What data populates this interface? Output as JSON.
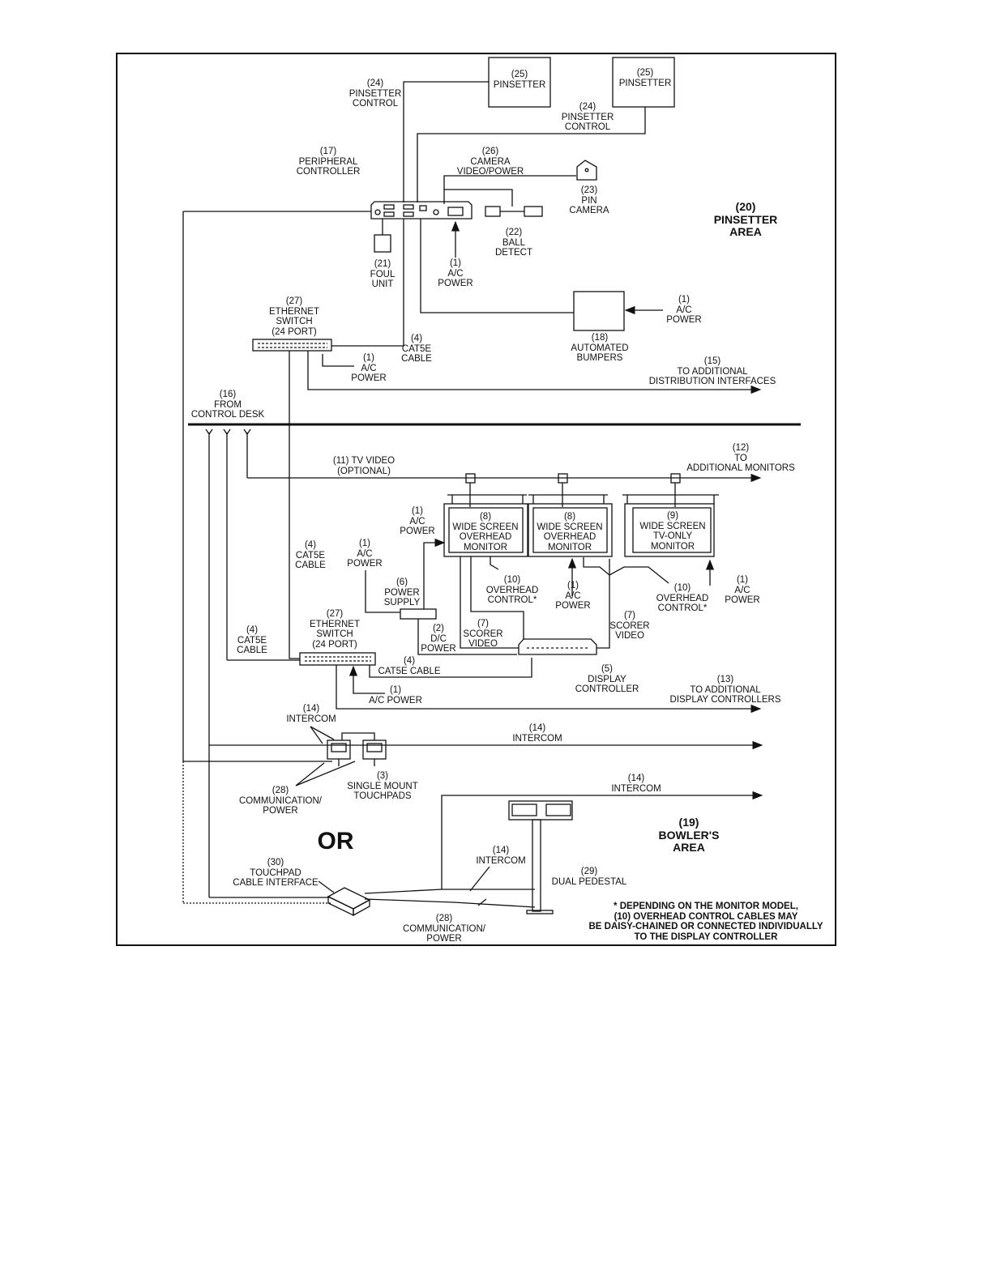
{
  "areas": {
    "pinsetter": "(20)\nPINSETTER\nAREA",
    "bowlers": "(19)\nBOWLER'S\nAREA"
  },
  "labels": {
    "pinsetter_control_left": "(24)\nPINSETTER\nCONTROL",
    "pinsetter_left": "(25)\nPINSETTER",
    "pinsetter_right": "(25)\nPINSETTER",
    "pinsetter_control_right": "(24)\nPINSETTER\nCONTROL",
    "peripheral_controller": "(17)\nPERIPHERAL\nCONTROLLER",
    "camera_video_power": "(26)\nCAMERA\nVIDEO/POWER",
    "pin_camera": "(23)\nPIN\nCAMERA",
    "ball_detect": "(22)\nBALL\nDETECT",
    "foul_unit": "(21)\nFOUL\nUNIT",
    "ac_power_pc": "(1)\nA/C\nPOWER",
    "ac_power_bumpers": "(1)\nA/C\nPOWER",
    "automated_bumpers": "(18)\nAUTOMATED\nBUMPERS",
    "ethernet_switch_top": "(27)\nETHERNET\nSWITCH\n(24 PORT)",
    "cat5e_top": "(4)\nCAT5E\nCABLE",
    "ac_power_switch_top": "(1)\nA/C\nPOWER",
    "additional_distribution": "(15)\nTO ADDITIONAL\nDISTRIBUTION INTERFACES",
    "from_control_desk": "(16)\nFROM\nCONTROL DESK",
    "tv_video": "(11) TV VIDEO\n(OPTIONAL)",
    "additional_monitors": "(12)\nTO\nADDITIONAL MONITORS",
    "ac_power_monitor": "(1)\nA/C\nPOWER",
    "cat5e_mid": "(4)\nCAT5E\nCABLE",
    "ac_power_psu": "(1)\nA/C\nPOWER",
    "power_supply": "(6)\nPOWER\nSUPPLY",
    "overhead_control_1": "(10)\nOVERHEAD\nCONTROL*",
    "ac_power_monitor2": "(1)\nA/C\nPOWER",
    "overhead_control_2": "(10)\nOVERHEAD\nCONTROL*",
    "ac_power_monitor3": "(1)\nA/C\nPOWER",
    "ethernet_switch_bottom": "(27)\nETHERNET\nSWITCH\n(24 PORT)",
    "cat5e_left": "(4)\nCAT5E\nCABLE",
    "dc_power": "(2)\nD/C\nPOWER",
    "scorer_video_left": "(7)\nSCORER\nVIDEO",
    "scorer_video_right": "(7)\nSCORER\nVIDEO",
    "cat5e_bottom": "(4)\nCAT5E CABLE",
    "display_controller": "(5)\nDISPLAY\nCONTROLLER",
    "ac_power_switch_bottom": "(1)\nA/C POWER",
    "additional_display_controllers": "(13)\nTO ADDITIONAL\nDISPLAY CONTROLLERS",
    "intercom_left": "(14)\nINTERCOM",
    "intercom_mid": "(14)\nINTERCOM",
    "communication_power_top": "(28)\nCOMMUNICATION/\nPOWER",
    "single_mount_touchpads": "(3)\nSINGLE MOUNT\nTOUCHPADS",
    "intercom_right": "(14)\nINTERCOM",
    "or": "OR",
    "touchpad_cable_interface": "(30)\nTOUCHPAD\nCABLE INTERFACE",
    "intercom_pedestal": "(14)\nINTERCOM",
    "dual_pedestal": "(29)\nDUAL PEDESTAL",
    "communication_power_bottom": "(28)\nCOMMUNICATION/\nPOWER"
  },
  "monitors": {
    "m1": "(8)\nWIDE SCREEN\nOVERHEAD\nMONITOR",
    "m2": "(8)\nWIDE SCREEN\nOVERHEAD\nMONITOR",
    "m3": "(9)\nWIDE SCREEN\nTV-ONLY\nMONITOR"
  },
  "footnote": "* DEPENDING ON THE MONITOR MODEL,\n(10) OVERHEAD CONTROL CABLES MAY\nBE DAISY-CHAINED OR CONNECTED INDIVIDUALLY\nTO THE DISPLAY CONTROLLER"
}
